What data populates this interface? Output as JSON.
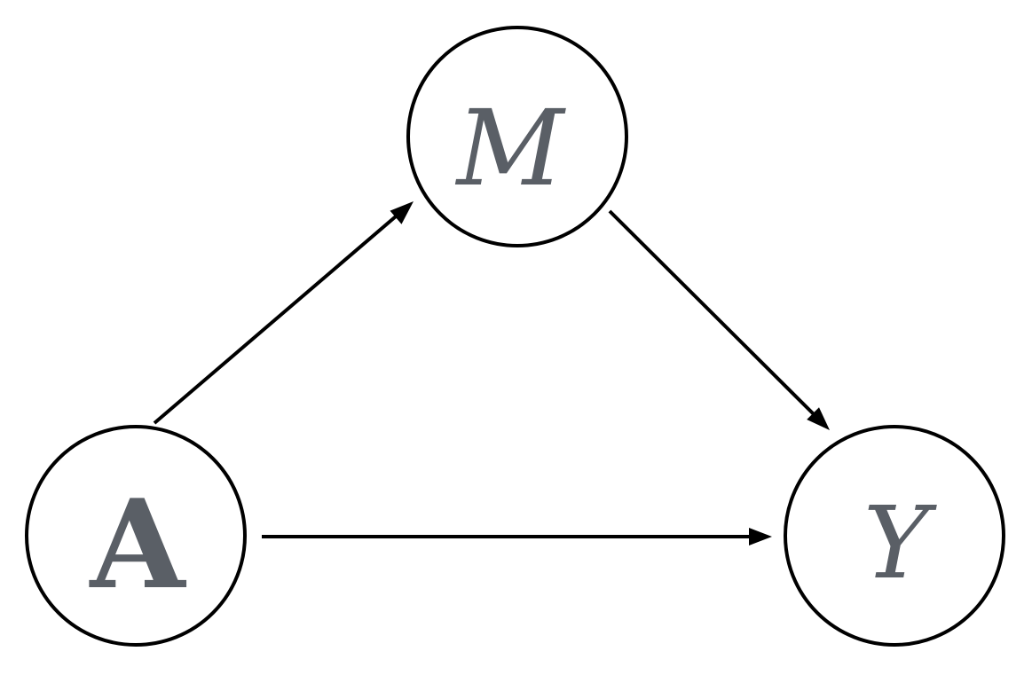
{
  "diagram": {
    "nodes": {
      "m": {
        "label": "M",
        "style": "italic"
      },
      "a": {
        "label": "A",
        "style": "bold"
      },
      "y": {
        "label": "Y",
        "style": "italic"
      }
    },
    "edges": [
      {
        "from": "A",
        "to": "M"
      },
      {
        "from": "M",
        "to": "Y"
      },
      {
        "from": "A",
        "to": "Y"
      }
    ],
    "colors": {
      "label": "#5a5f66",
      "stroke": "#000000",
      "fill": "#ffffff"
    }
  }
}
